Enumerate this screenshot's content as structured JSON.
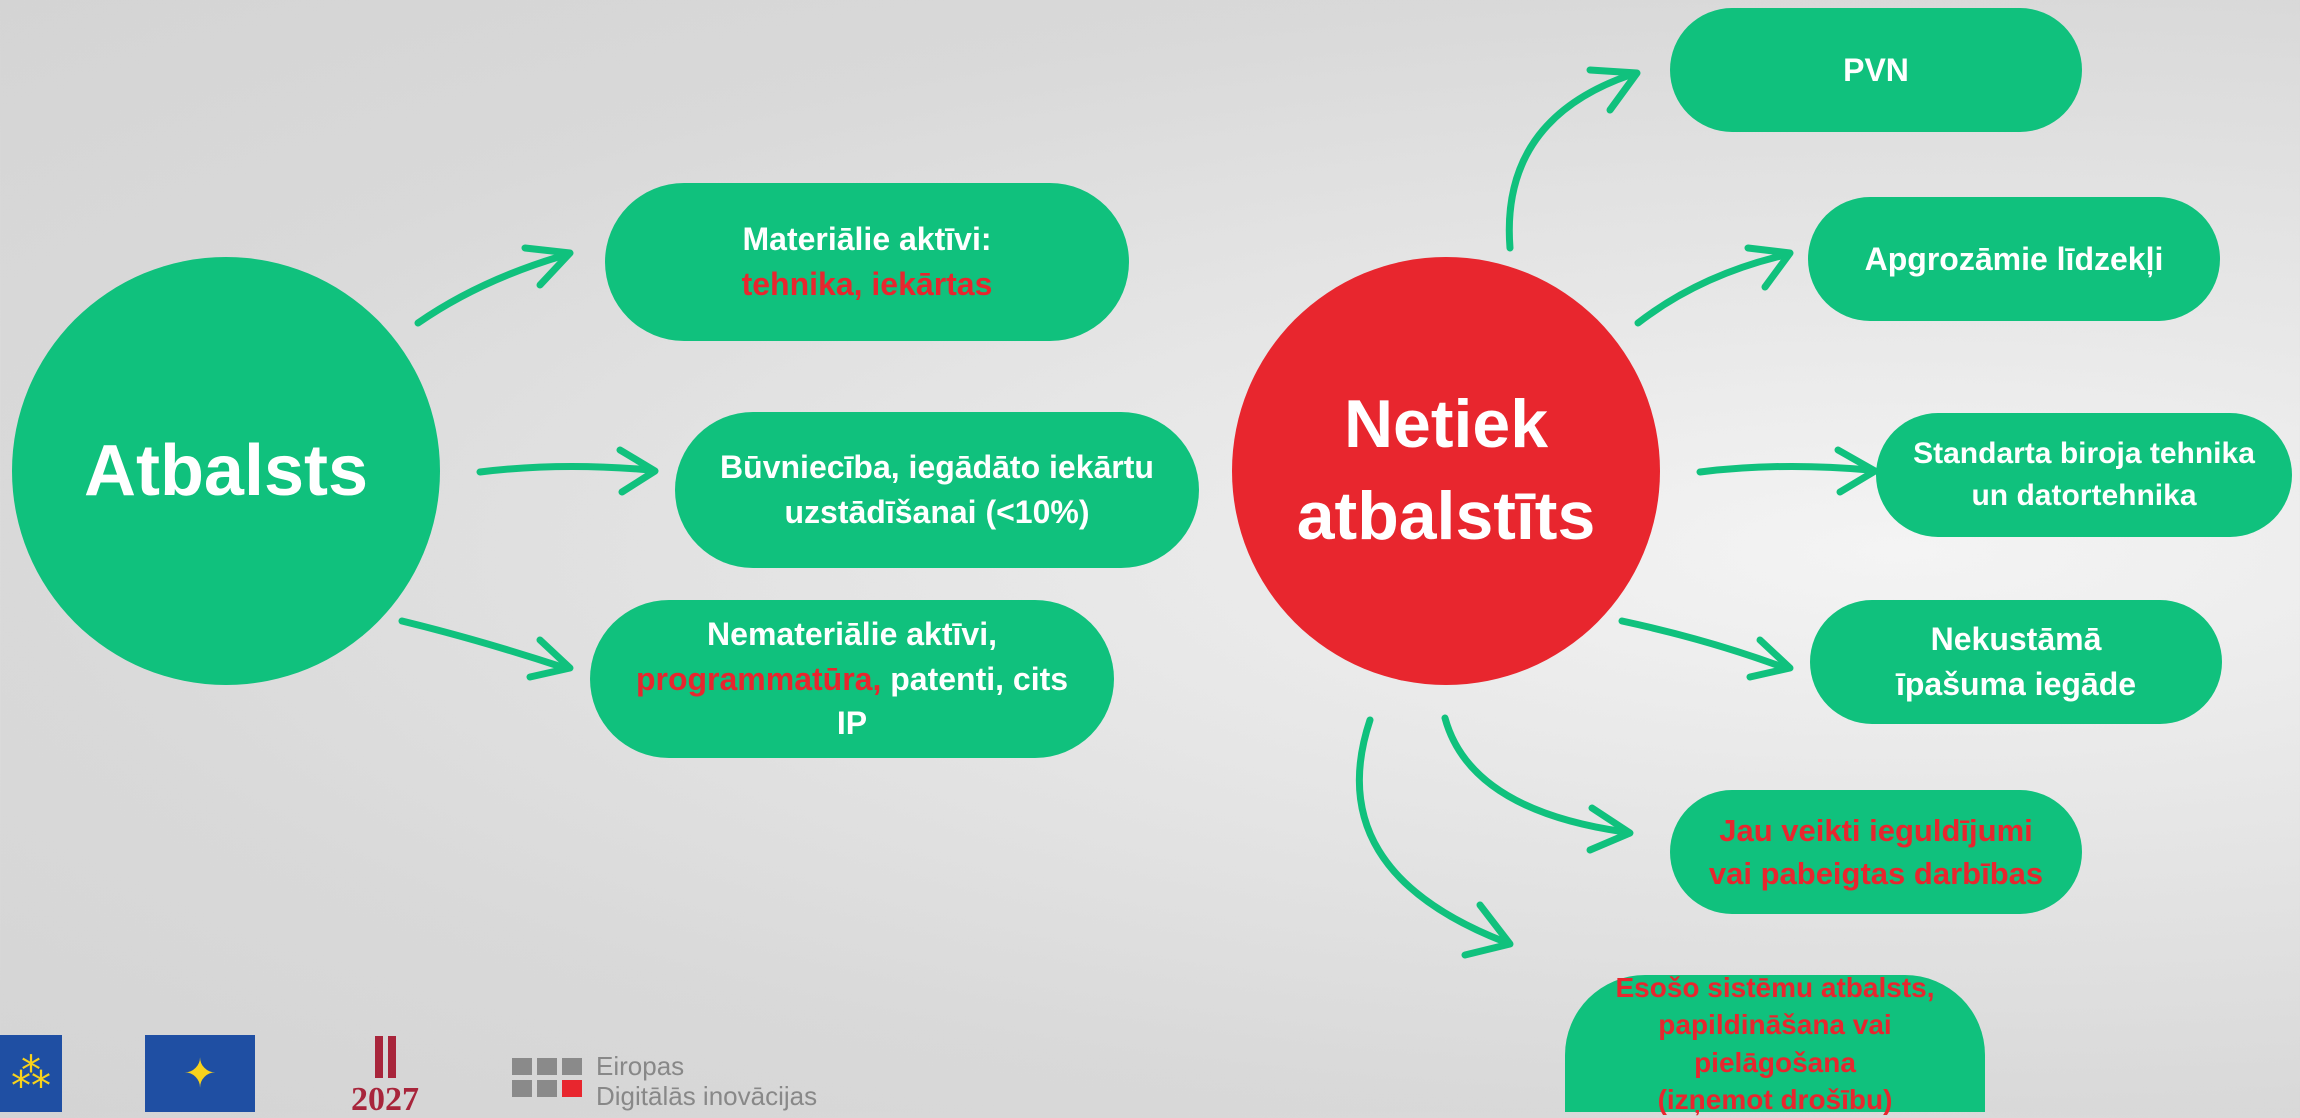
{
  "colors": {
    "green": "#10c17d",
    "red": "#e8262e",
    "white": "#ffffff"
  },
  "left": {
    "center": "Atbalsts",
    "items": [
      {
        "line1": "Materiālie aktīvi:",
        "line2": "tehnika, iekārtas"
      },
      {
        "line1": "Būvniecība, iegādāto iekārtu",
        "line2": "uzstādīšanai (<10%)"
      },
      {
        "line1": "Nemateriālie aktīvi,",
        "line2_red": "programmatūra,",
        "line2_rest": " patenti, cits IP"
      }
    ]
  },
  "right": {
    "center_line1": "Netiek",
    "center_line2": "atbalstīts",
    "items": [
      {
        "text": "PVN"
      },
      {
        "text": "Apgrozāmie līdzekļi"
      },
      {
        "line1": "Standarta biroja tehnika",
        "line2": "un datortehnika"
      },
      {
        "line1": "Nekustāmā",
        "line2": "īpašuma iegāde"
      },
      {
        "line1": "Jau veikti ieguldījumi",
        "line2": "vai pabeigtas darbības"
      },
      {
        "line1": "Esošo sistēmu atbalsts,",
        "line2": "papildināšana vai pielāgošana",
        "line3": "(izņemot drošību)"
      }
    ]
  },
  "logos": {
    "eu_flag_1": "eu-flag-icon",
    "eu_flag_2": "eu-flag-icon",
    "lv2027_mark": "2027",
    "edih_line1": "Eiropas",
    "edih_line2": "Digitālās inovācijas"
  }
}
